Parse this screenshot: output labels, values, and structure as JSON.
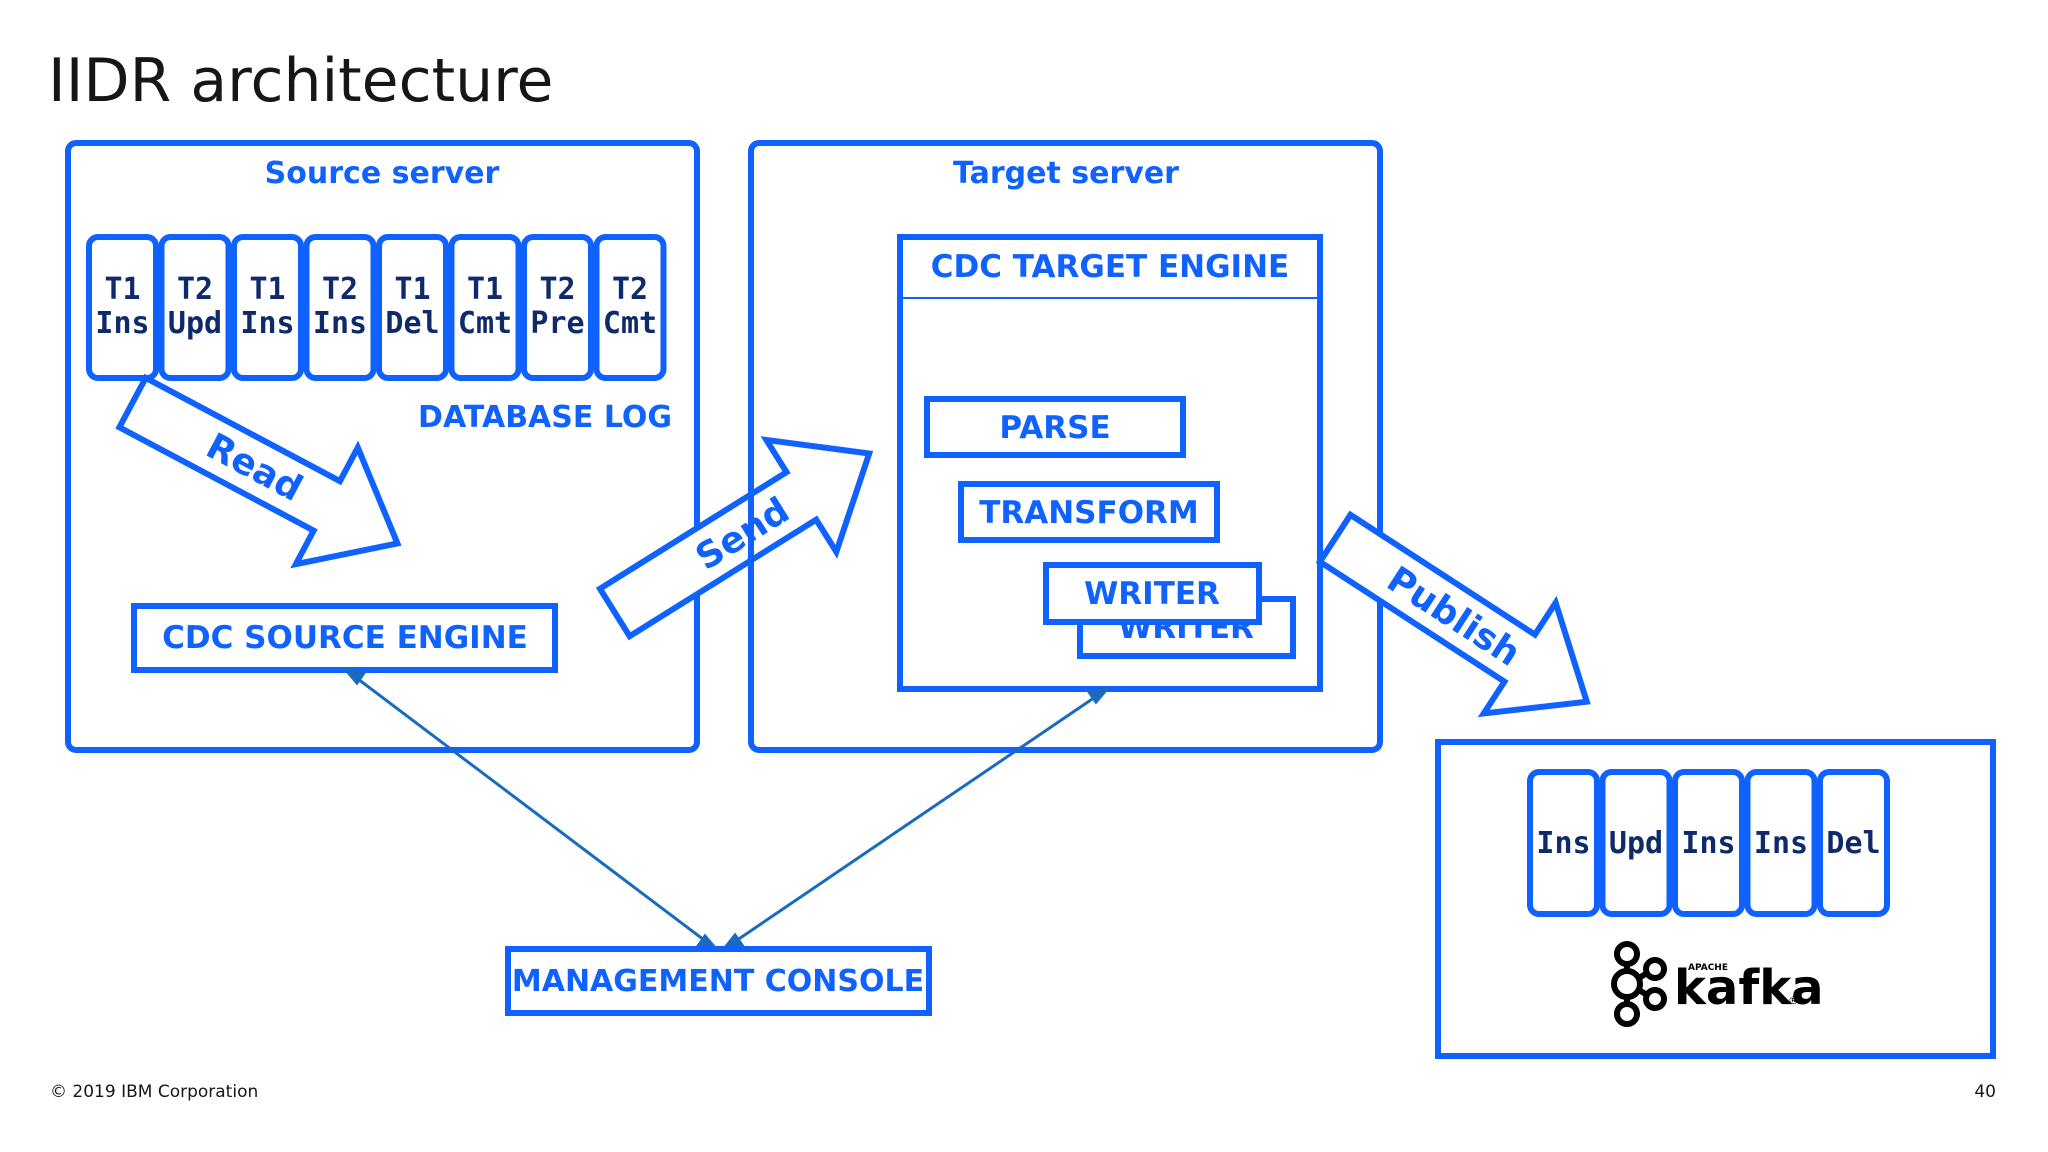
{
  "slide": {
    "title": "IIDR architecture",
    "footer_copyright": "© 2019 IBM Corporation",
    "page_number": "40"
  },
  "colors": {
    "accent": "#0f62fe",
    "connector": "#1a6bbd",
    "text_dark": "#161616"
  },
  "source_server": {
    "label": "Source server",
    "database_log_label": "DATABASE LOG",
    "log_entries": [
      {
        "txn": "T1",
        "op": "Ins"
      },
      {
        "txn": "T2",
        "op": "Upd"
      },
      {
        "txn": "T1",
        "op": "Ins"
      },
      {
        "txn": "T2",
        "op": "Ins"
      },
      {
        "txn": "T1",
        "op": "Del"
      },
      {
        "txn": "T1",
        "op": "Cmt"
      },
      {
        "txn": "T2",
        "op": "Pre"
      },
      {
        "txn": "T2",
        "op": "Cmt"
      }
    ],
    "read_arrow_label": "Read",
    "engine_label": "CDC SOURCE ENGINE"
  },
  "send_arrow_label": "Send",
  "target_server": {
    "label": "Target server",
    "engine_label": "CDC TARGET ENGINE",
    "parse_label": "PARSE",
    "transform_label": "TRANSFORM",
    "writer_label": "WRITER",
    "writer_back_label": "WRITER"
  },
  "publish_arrow_label": "Publish",
  "kafka": {
    "topic_entries": [
      "Ins",
      "Upd",
      "Ins",
      "Ins",
      "Del"
    ],
    "logo_small_text": "APACHE",
    "logo_text": "kafka",
    "registered_mark": "®"
  },
  "management_console_label": "MANAGEMENT CONSOLE"
}
